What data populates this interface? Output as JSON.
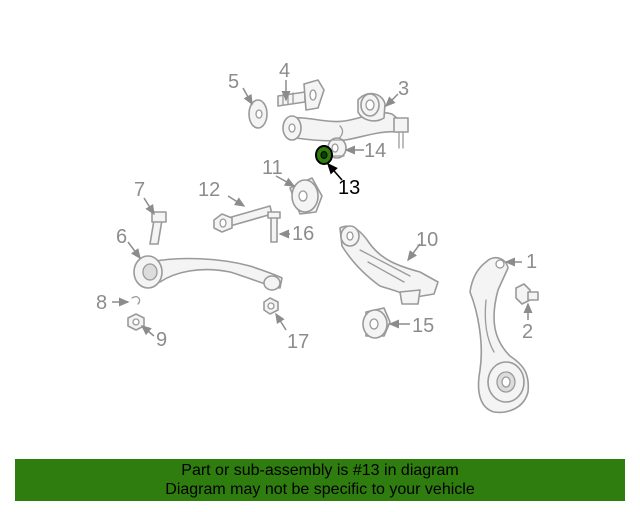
{
  "diagram": {
    "highlight_color": "#2e7d0e",
    "highlighted_part": "13",
    "callouts": [
      "1",
      "2",
      "3",
      "4",
      "5",
      "6",
      "7",
      "8",
      "9",
      "10",
      "11",
      "12",
      "13",
      "14",
      "15",
      "16",
      "17"
    ]
  },
  "banner": {
    "line1": "Part or sub-assembly is #13 in diagram",
    "line2": "Diagram may not be specific to your vehicle",
    "background": "#2e7d0e"
  }
}
